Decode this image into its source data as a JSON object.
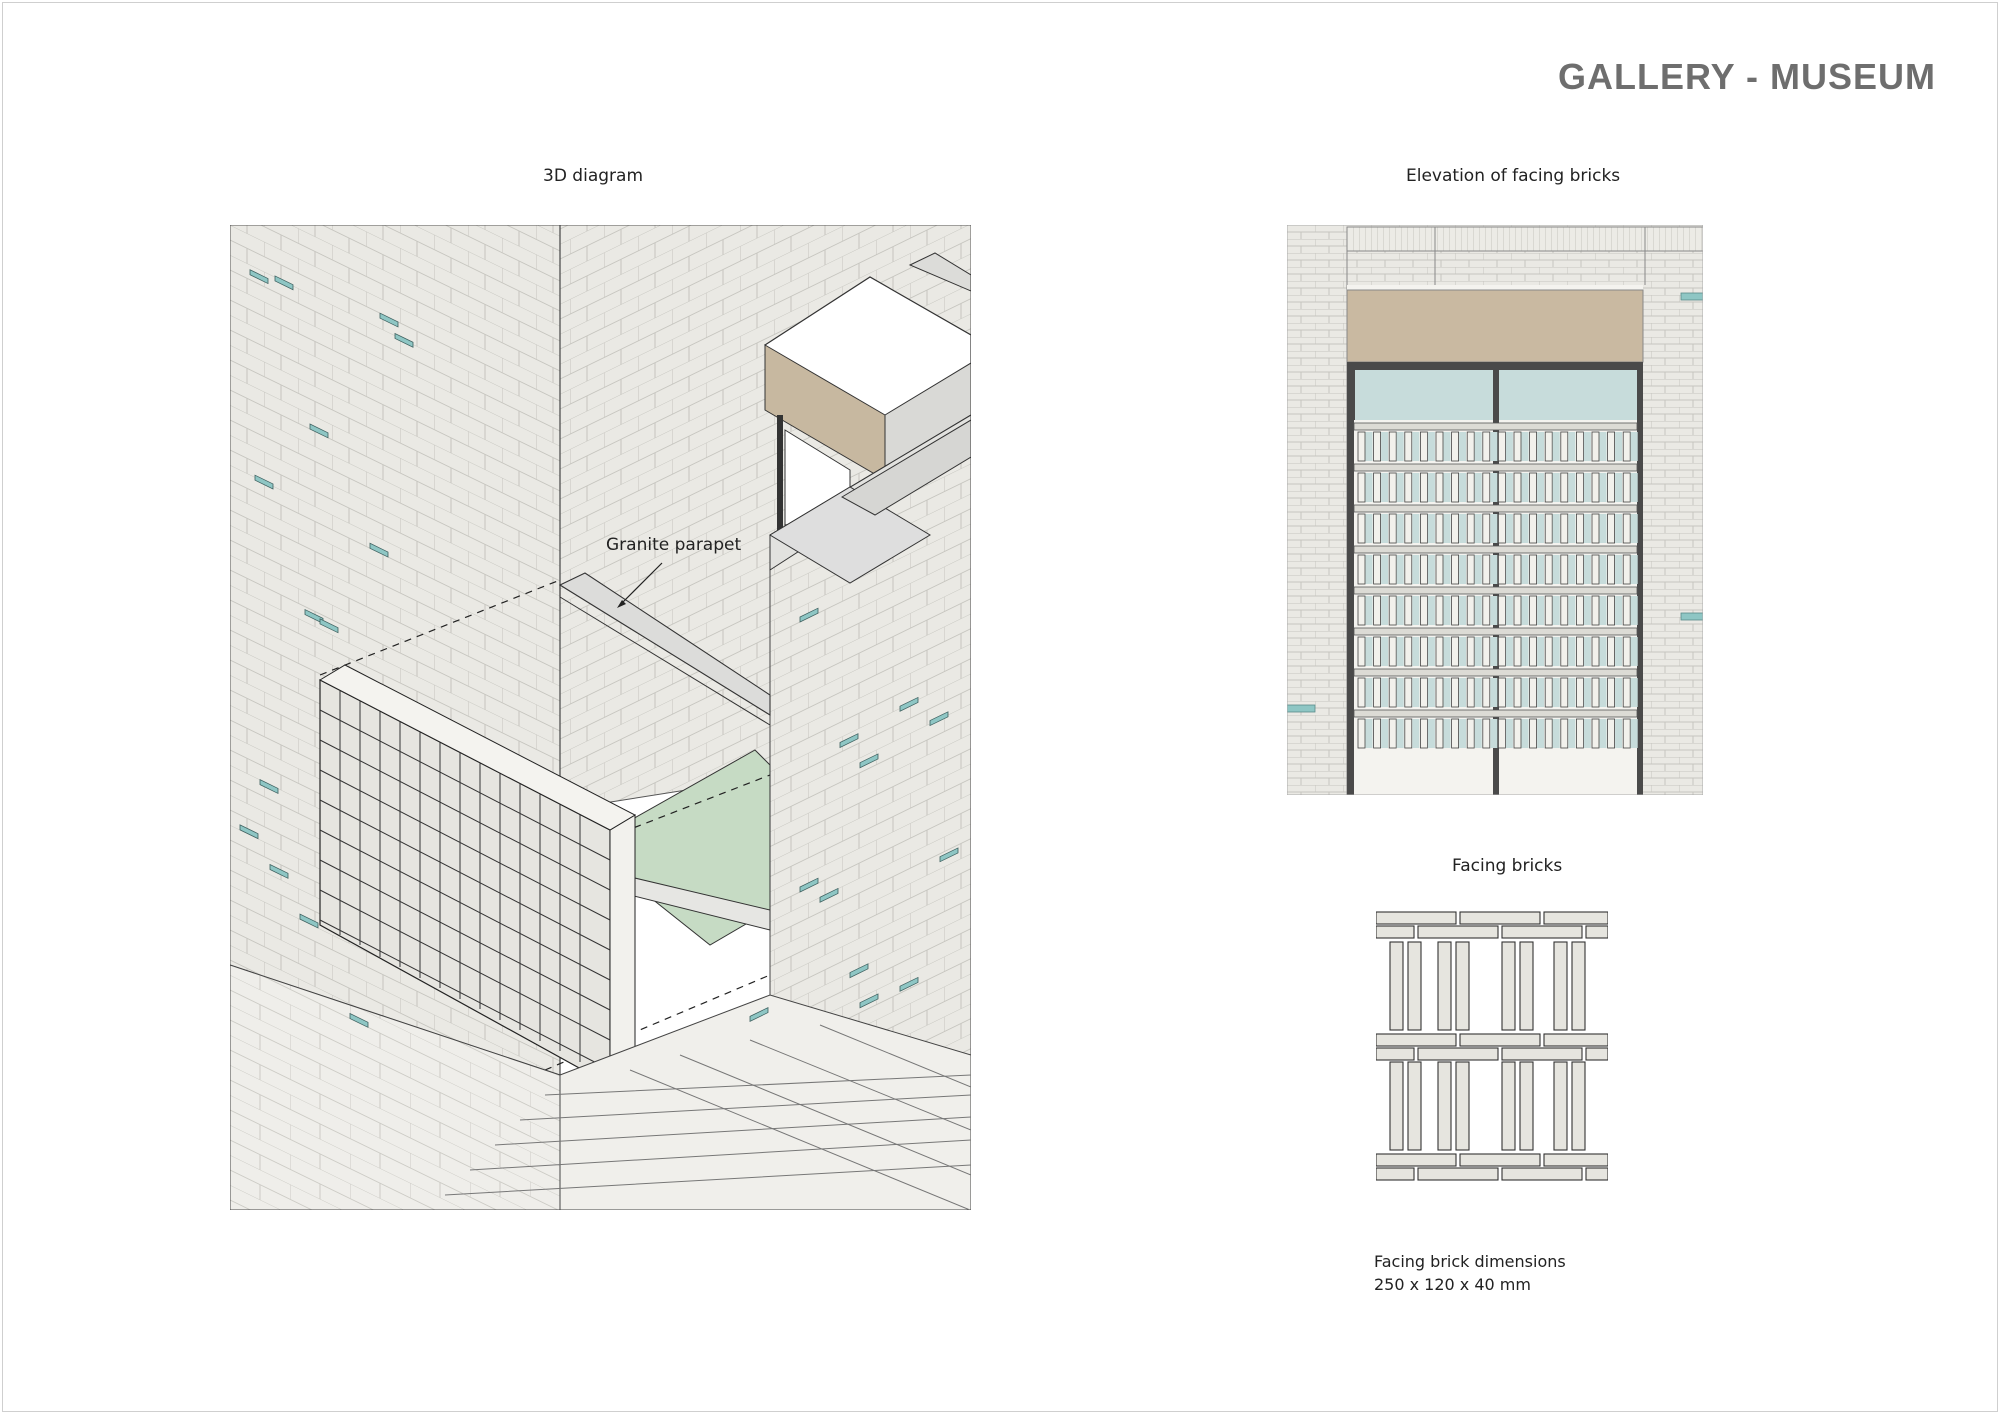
{
  "title": "GALLERY - MUSEUM",
  "diagram_3d": {
    "caption": "3D diagram",
    "callout": "Granite parapet"
  },
  "elevation": {
    "caption": "Elevation of facing bricks"
  },
  "facing_bricks": {
    "caption": "Facing bricks",
    "dimensions_label": "Facing brick dimensions",
    "dimensions_value": "250 x 120 x 40 mm"
  },
  "colors": {
    "brick": "#e9e8e3",
    "mortar": "#c9c8c2",
    "accent_teal": "#8ec6c4",
    "glass": "#c7dcdb",
    "fascia": "#c9b9a1",
    "courtyard": "#c6dbc4",
    "frame": "#4a4a4a"
  }
}
